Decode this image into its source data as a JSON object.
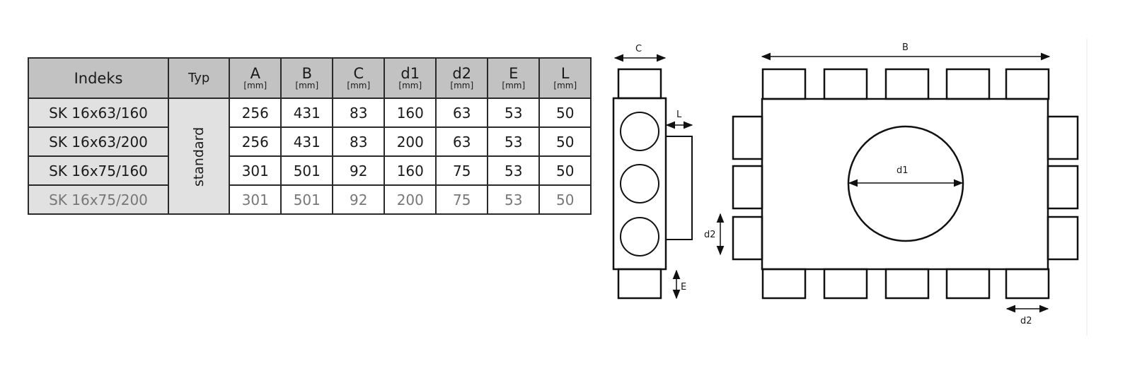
{
  "table": {
    "headers": {
      "index": "Indeks",
      "type": "Typ",
      "dims": [
        {
          "symbol": "A",
          "unit": "[mm]"
        },
        {
          "symbol": "B",
          "unit": "[mm]"
        },
        {
          "symbol": "C",
          "unit": "[mm]"
        },
        {
          "symbol": "d1",
          "unit": "[mm]"
        },
        {
          "symbol": "d2",
          "unit": "[mm]"
        },
        {
          "symbol": "E",
          "unit": "[mm]"
        },
        {
          "symbol": "L",
          "unit": "[mm]"
        }
      ]
    },
    "type_value": "standard",
    "rows": [
      {
        "index": "SK 16x63/160",
        "values": [
          "256",
          "431",
          "83",
          "160",
          "63",
          "53",
          "50"
        ],
        "muted": false
      },
      {
        "index": "SK 16x63/200",
        "values": [
          "256",
          "431",
          "83",
          "200",
          "63",
          "53",
          "50"
        ],
        "muted": false
      },
      {
        "index": "SK 16x75/160",
        "values": [
          "301",
          "501",
          "92",
          "160",
          "75",
          "53",
          "50"
        ],
        "muted": false
      },
      {
        "index": "SK 16x75/200",
        "values": [
          "301",
          "501",
          "92",
          "200",
          "75",
          "53",
          "50"
        ],
        "muted": true
      }
    ]
  },
  "diagram": {
    "side_view": {
      "labels": {
        "width": "C",
        "spigot_length": "L",
        "spigot_offset": "E"
      },
      "circle_count": 3
    },
    "top_view": {
      "labels": {
        "length": "B",
        "main_diameter": "d1",
        "branch_diameter_side": "d2",
        "branch_diameter_bottom": "d2"
      },
      "top_spigots": 5,
      "bottom_spigots": 5,
      "left_spigots": 3,
      "right_spigots": 3
    },
    "stroke_color": "#111111"
  }
}
